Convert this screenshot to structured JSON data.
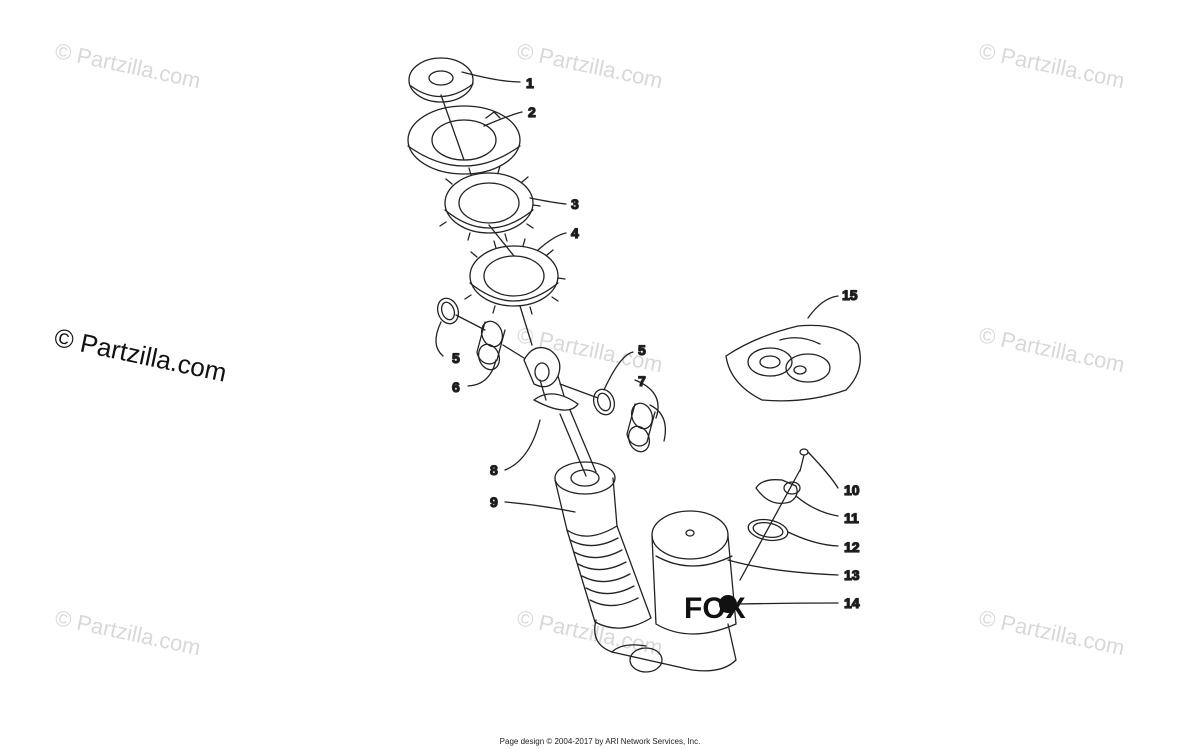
{
  "watermark": {
    "text": "© Partzilla.com",
    "main_text": "© Partzilla.com"
  },
  "callouts": [
    {
      "id": "1",
      "label": "1"
    },
    {
      "id": "2",
      "label": "2"
    },
    {
      "id": "3",
      "label": "3"
    },
    {
      "id": "4",
      "label": "4"
    },
    {
      "id": "5a",
      "label": "5"
    },
    {
      "id": "6",
      "label": "6"
    },
    {
      "id": "5b",
      "label": "5"
    },
    {
      "id": "7",
      "label": "7"
    },
    {
      "id": "8",
      "label": "8"
    },
    {
      "id": "9",
      "label": "9"
    },
    {
      "id": "10",
      "label": "10"
    },
    {
      "id": "11",
      "label": "11"
    },
    {
      "id": "12",
      "label": "12"
    },
    {
      "id": "13",
      "label": "13"
    },
    {
      "id": "14",
      "label": "14"
    },
    {
      "id": "15",
      "label": "15"
    }
  ],
  "logo_text": "FOX",
  "footer": "Page design © 2004-2017 by ARI Network Services, Inc.",
  "colors": {
    "line": "#222222",
    "watermark": "#d8d8d8"
  }
}
